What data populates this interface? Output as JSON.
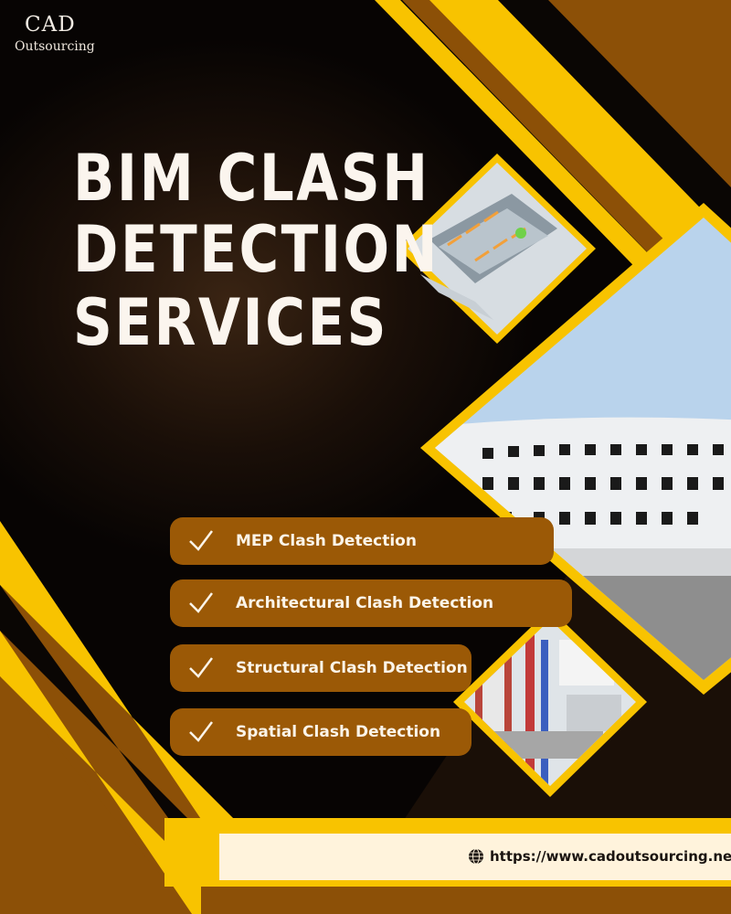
{
  "brand": {
    "name": "CAD",
    "tagline": "Outsourcing"
  },
  "headline": {
    "line1": "BIM CLASH",
    "line2": "DETECTION",
    "line3": "SERVICES"
  },
  "services": [
    {
      "label": "MEP Clash Detection"
    },
    {
      "label": "Architectural Clash Detection"
    },
    {
      "label": "Structural Clash Detection"
    },
    {
      "label": "Spatial Clash Detection"
    }
  ],
  "footer": {
    "url": "https://www.cadoutsourcing.net/"
  },
  "colors": {
    "yellow": "#f8c300",
    "brown": "#9b5906",
    "dark": "#0a0604",
    "cream": "#fff3dc"
  },
  "icons": [
    "check-icon",
    "globe-icon"
  ]
}
